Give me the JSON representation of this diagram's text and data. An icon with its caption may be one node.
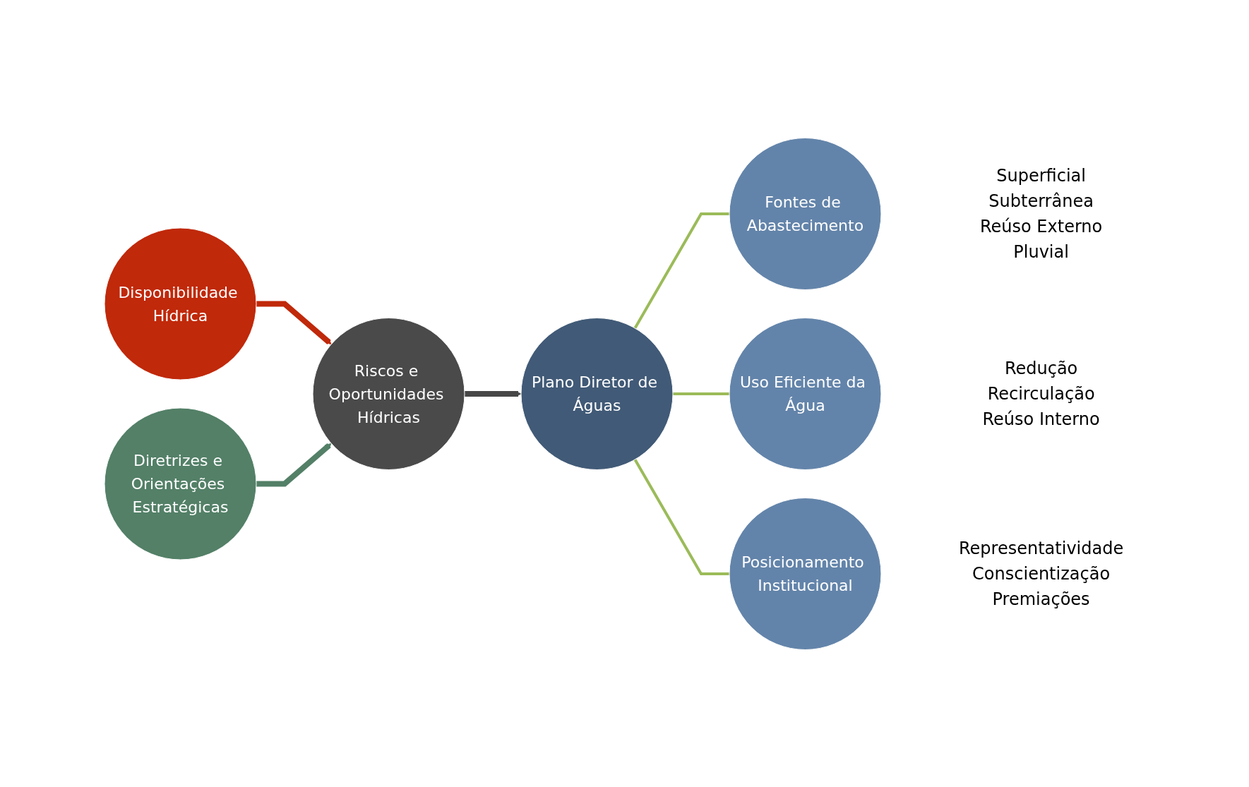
{
  "diagram": {
    "nodes": [
      {
        "text": [
          "Disponibilidade Hídrica"
        ]
      },
      {
        "text": [
          "Riscos e Oportunidades Hídricas"
        ]
      },
      {
        "text": [
          "Diretrizes e Orientações Estratégicas"
        ]
      },
      {
        "text": [
          "Plano Diretor de Águas"
        ]
      },
      {
        "text": [
          "Fontes de Abastecimento"
        ],
        "beside": [
          "Superficial",
          "Subterrânea",
          "Reúso Externo",
          "Pluvial"
        ]
      },
      {
        "text": [
          "Uso Eficiente da Água"
        ],
        "beside": [
          "Redução",
          "Recirculação",
          "Reúso Interno"
        ]
      },
      {
        "text": [
          "Posicionamento Institucional"
        ],
        "beside": [
          "Representatividade",
          "Conscientização",
          "Premiações"
        ]
      }
    ],
    "edges": [
      {
        "from": 0,
        "to": 1,
        "arrow": "to",
        "style": "thick",
        "color": "#c0290a"
      },
      {
        "from": 2,
        "to": 1,
        "arrow": "to",
        "style": "thick",
        "color": "#538067"
      },
      {
        "from": 1,
        "to": 3,
        "arrow": "to",
        "style": "thick",
        "color": "#474747"
      },
      {
        "from": 3,
        "to": 4,
        "arrow": "none"
      },
      {
        "from": 3,
        "to": 5,
        "arrow": "none"
      },
      {
        "from": 3,
        "to": 6,
        "arrow": "none"
      }
    ]
  }
}
